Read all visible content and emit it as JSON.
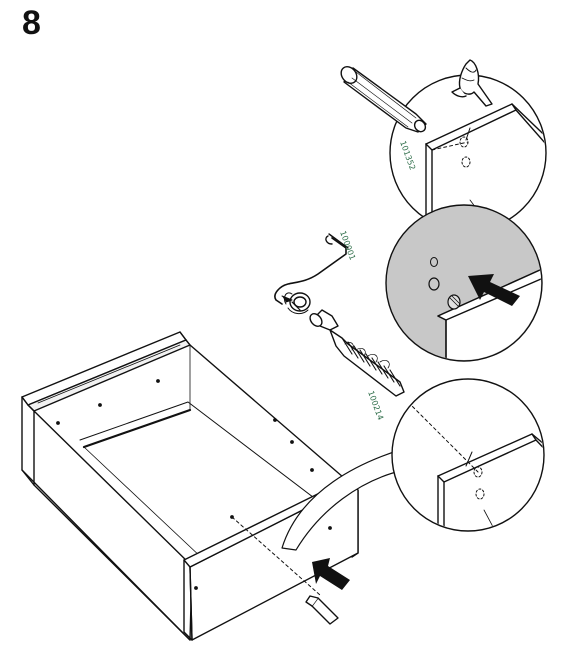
{
  "step": {
    "number": "8"
  },
  "parts": {
    "dowel": {
      "code": "101352",
      "icon": "wooden-dowel-icon"
    },
    "cam_lock": {
      "code": "100001",
      "icon": "cam-lock-icon"
    },
    "screw": {
      "code": "100214",
      "icon": "connector-screw-icon"
    }
  },
  "icons": {
    "hand": "pressing-hand-icon",
    "arrow": "insert-arrow-icon"
  },
  "colors": {
    "line": "#111111",
    "arrow": "#111111",
    "detail_fill": "#c8c8c8",
    "label": "#2f6e4a"
  }
}
